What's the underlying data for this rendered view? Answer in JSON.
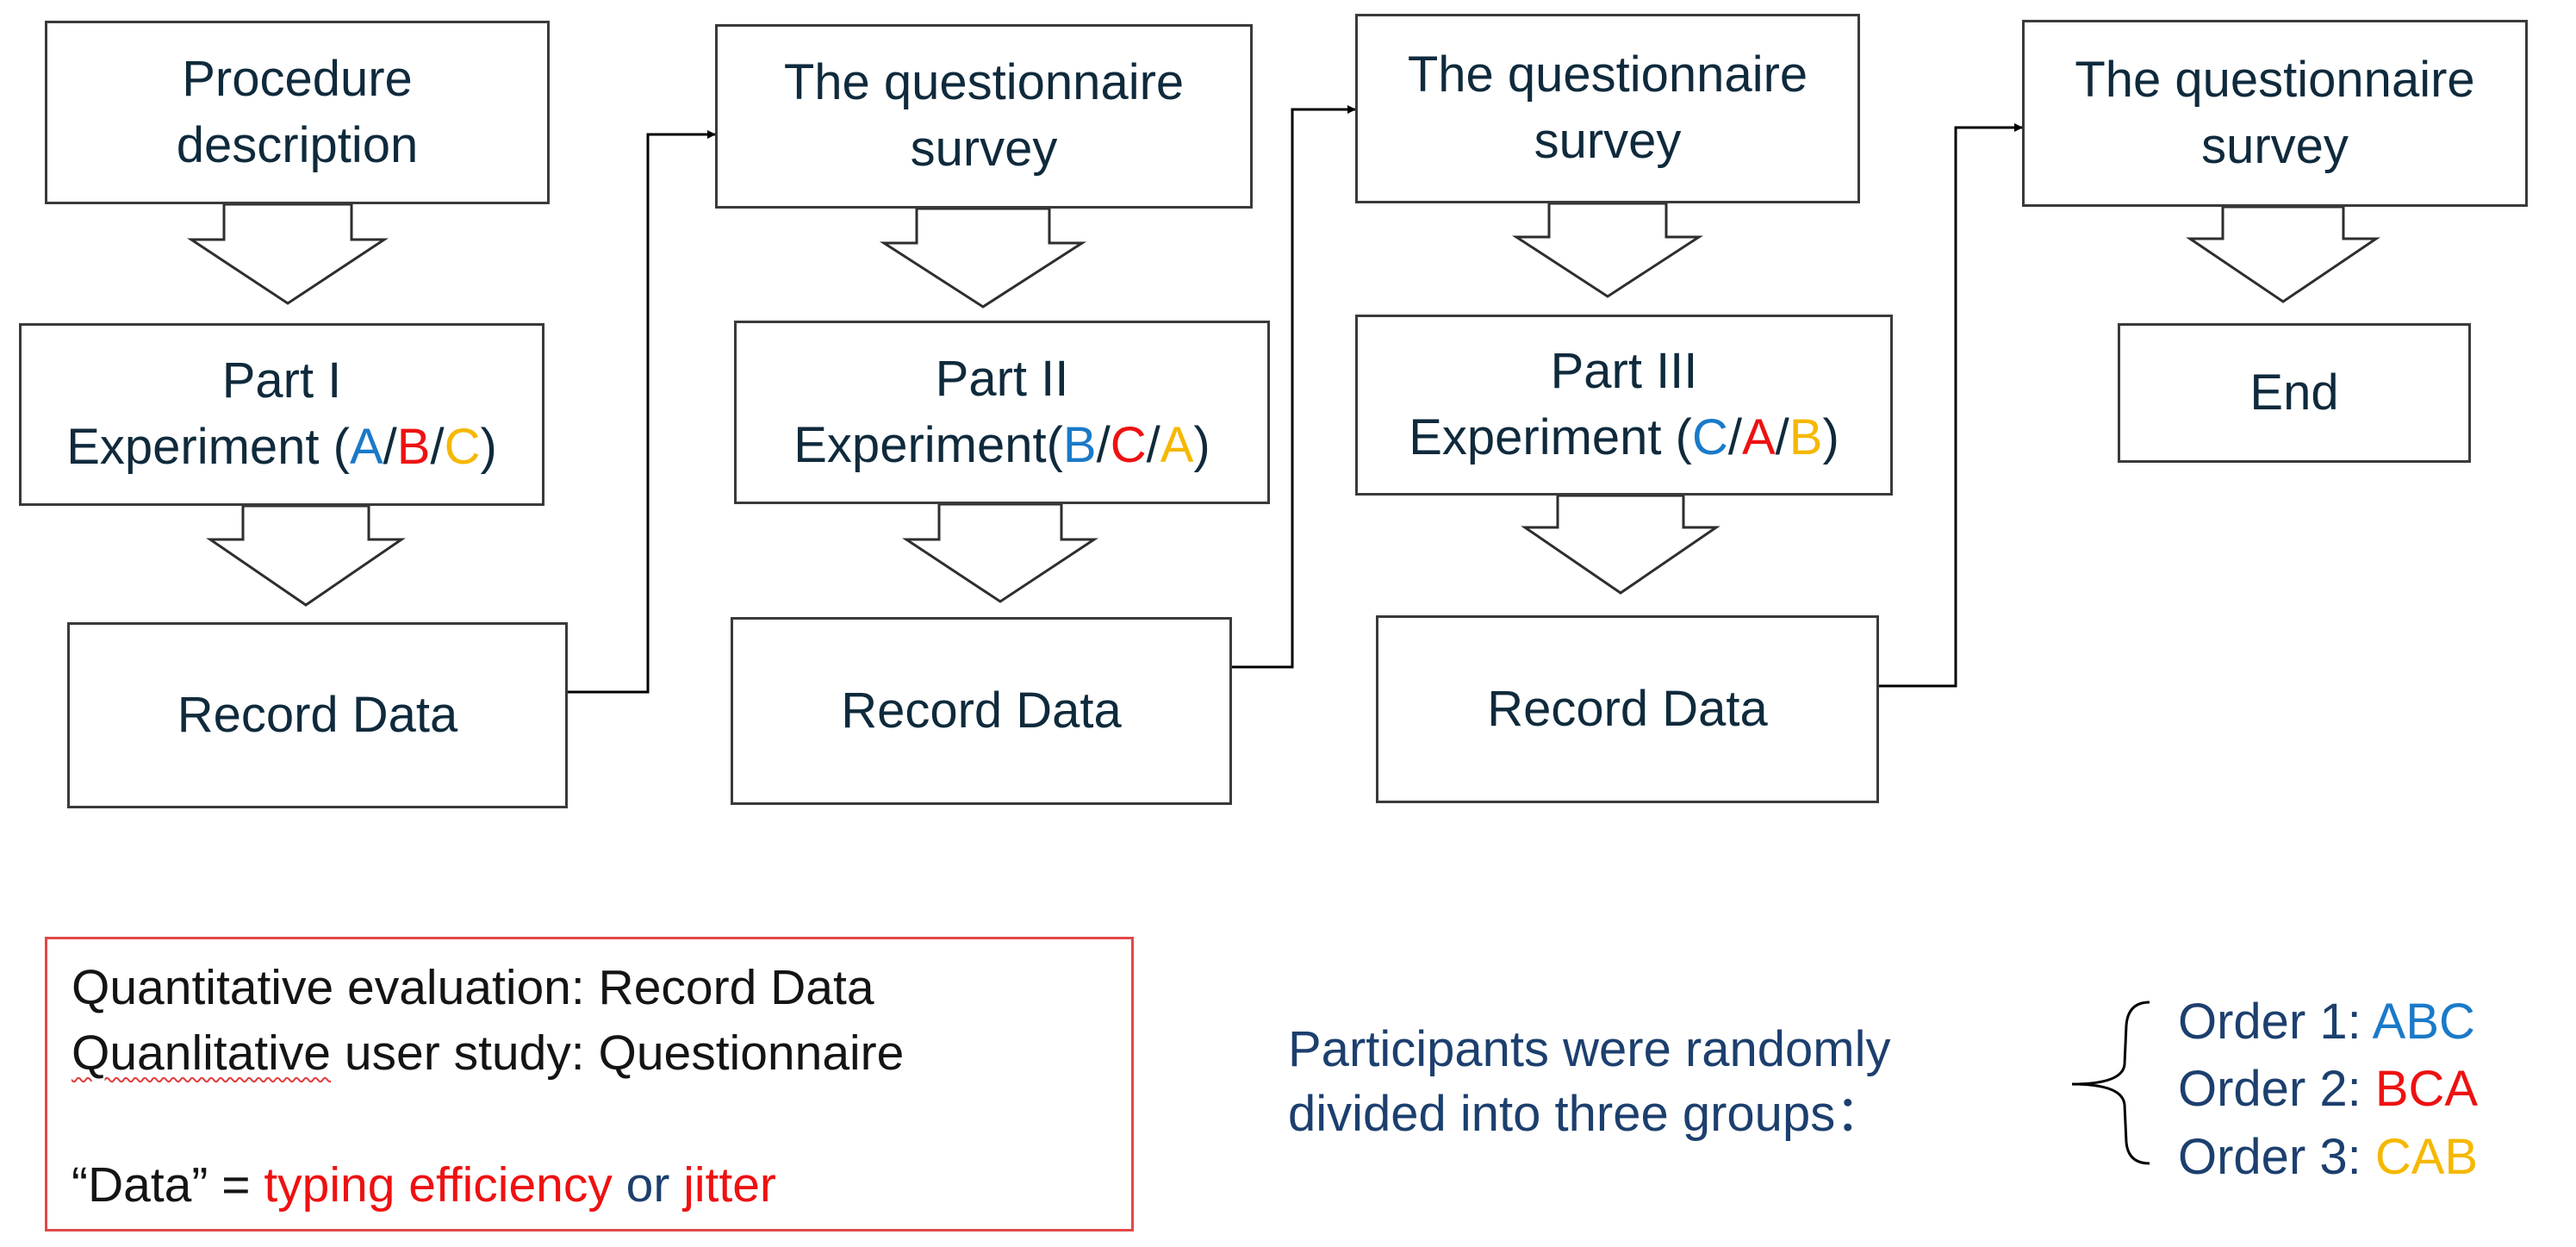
{
  "flow": {
    "procedure": {
      "line1": "Procedure",
      "line2": "description"
    },
    "part1": {
      "line1": "Part I",
      "prefix": "Experiment (",
      "o1": "A",
      "o2": "B",
      "o3": "C",
      "suffix": ")",
      "sep": "/"
    },
    "record1": "Record Data",
    "survey1": {
      "line1": "The questionnaire",
      "line2": "survey"
    },
    "part2": {
      "line1": "Part II",
      "prefix": "Experiment(",
      "o1": "B",
      "o2": "C",
      "o3": "A",
      "suffix": ")",
      "sep": "/"
    },
    "record2": "Record Data",
    "survey2": {
      "line1": "The questionnaire",
      "line2": "survey"
    },
    "part3": {
      "line1": "Part III",
      "prefix": "Experiment (",
      "o1": "C",
      "o2": "A",
      "o3": "B",
      "suffix": ")",
      "sep": "/"
    },
    "record3": "Record Data",
    "survey3": {
      "line1": "The questionnaire",
      "line2": "survey"
    },
    "end": "End"
  },
  "legend": {
    "line1": "Quantitative evaluation: Record Data",
    "line2_word": "Quanlitative",
    "line2_rest": " user study: Questionnaire",
    "line3_prefix": "“Data” = ",
    "typing": "typing efficiency",
    "or": " or ",
    "jitter": "jitter"
  },
  "groups": {
    "line1": "Participants were randomly",
    "line2": "divided into three groups：",
    "orders": [
      {
        "label": "Order 1: ",
        "value": "ABC"
      },
      {
        "label": "Order 2: ",
        "value": "BCA"
      },
      {
        "label": "Order 3: ",
        "value": "CAB"
      }
    ]
  },
  "colors": {
    "a": "#1a7ac8",
    "b": "#ee1111",
    "c": "#f5b800",
    "navy": "#1c3f6e",
    "legend_border": "#e04848"
  }
}
